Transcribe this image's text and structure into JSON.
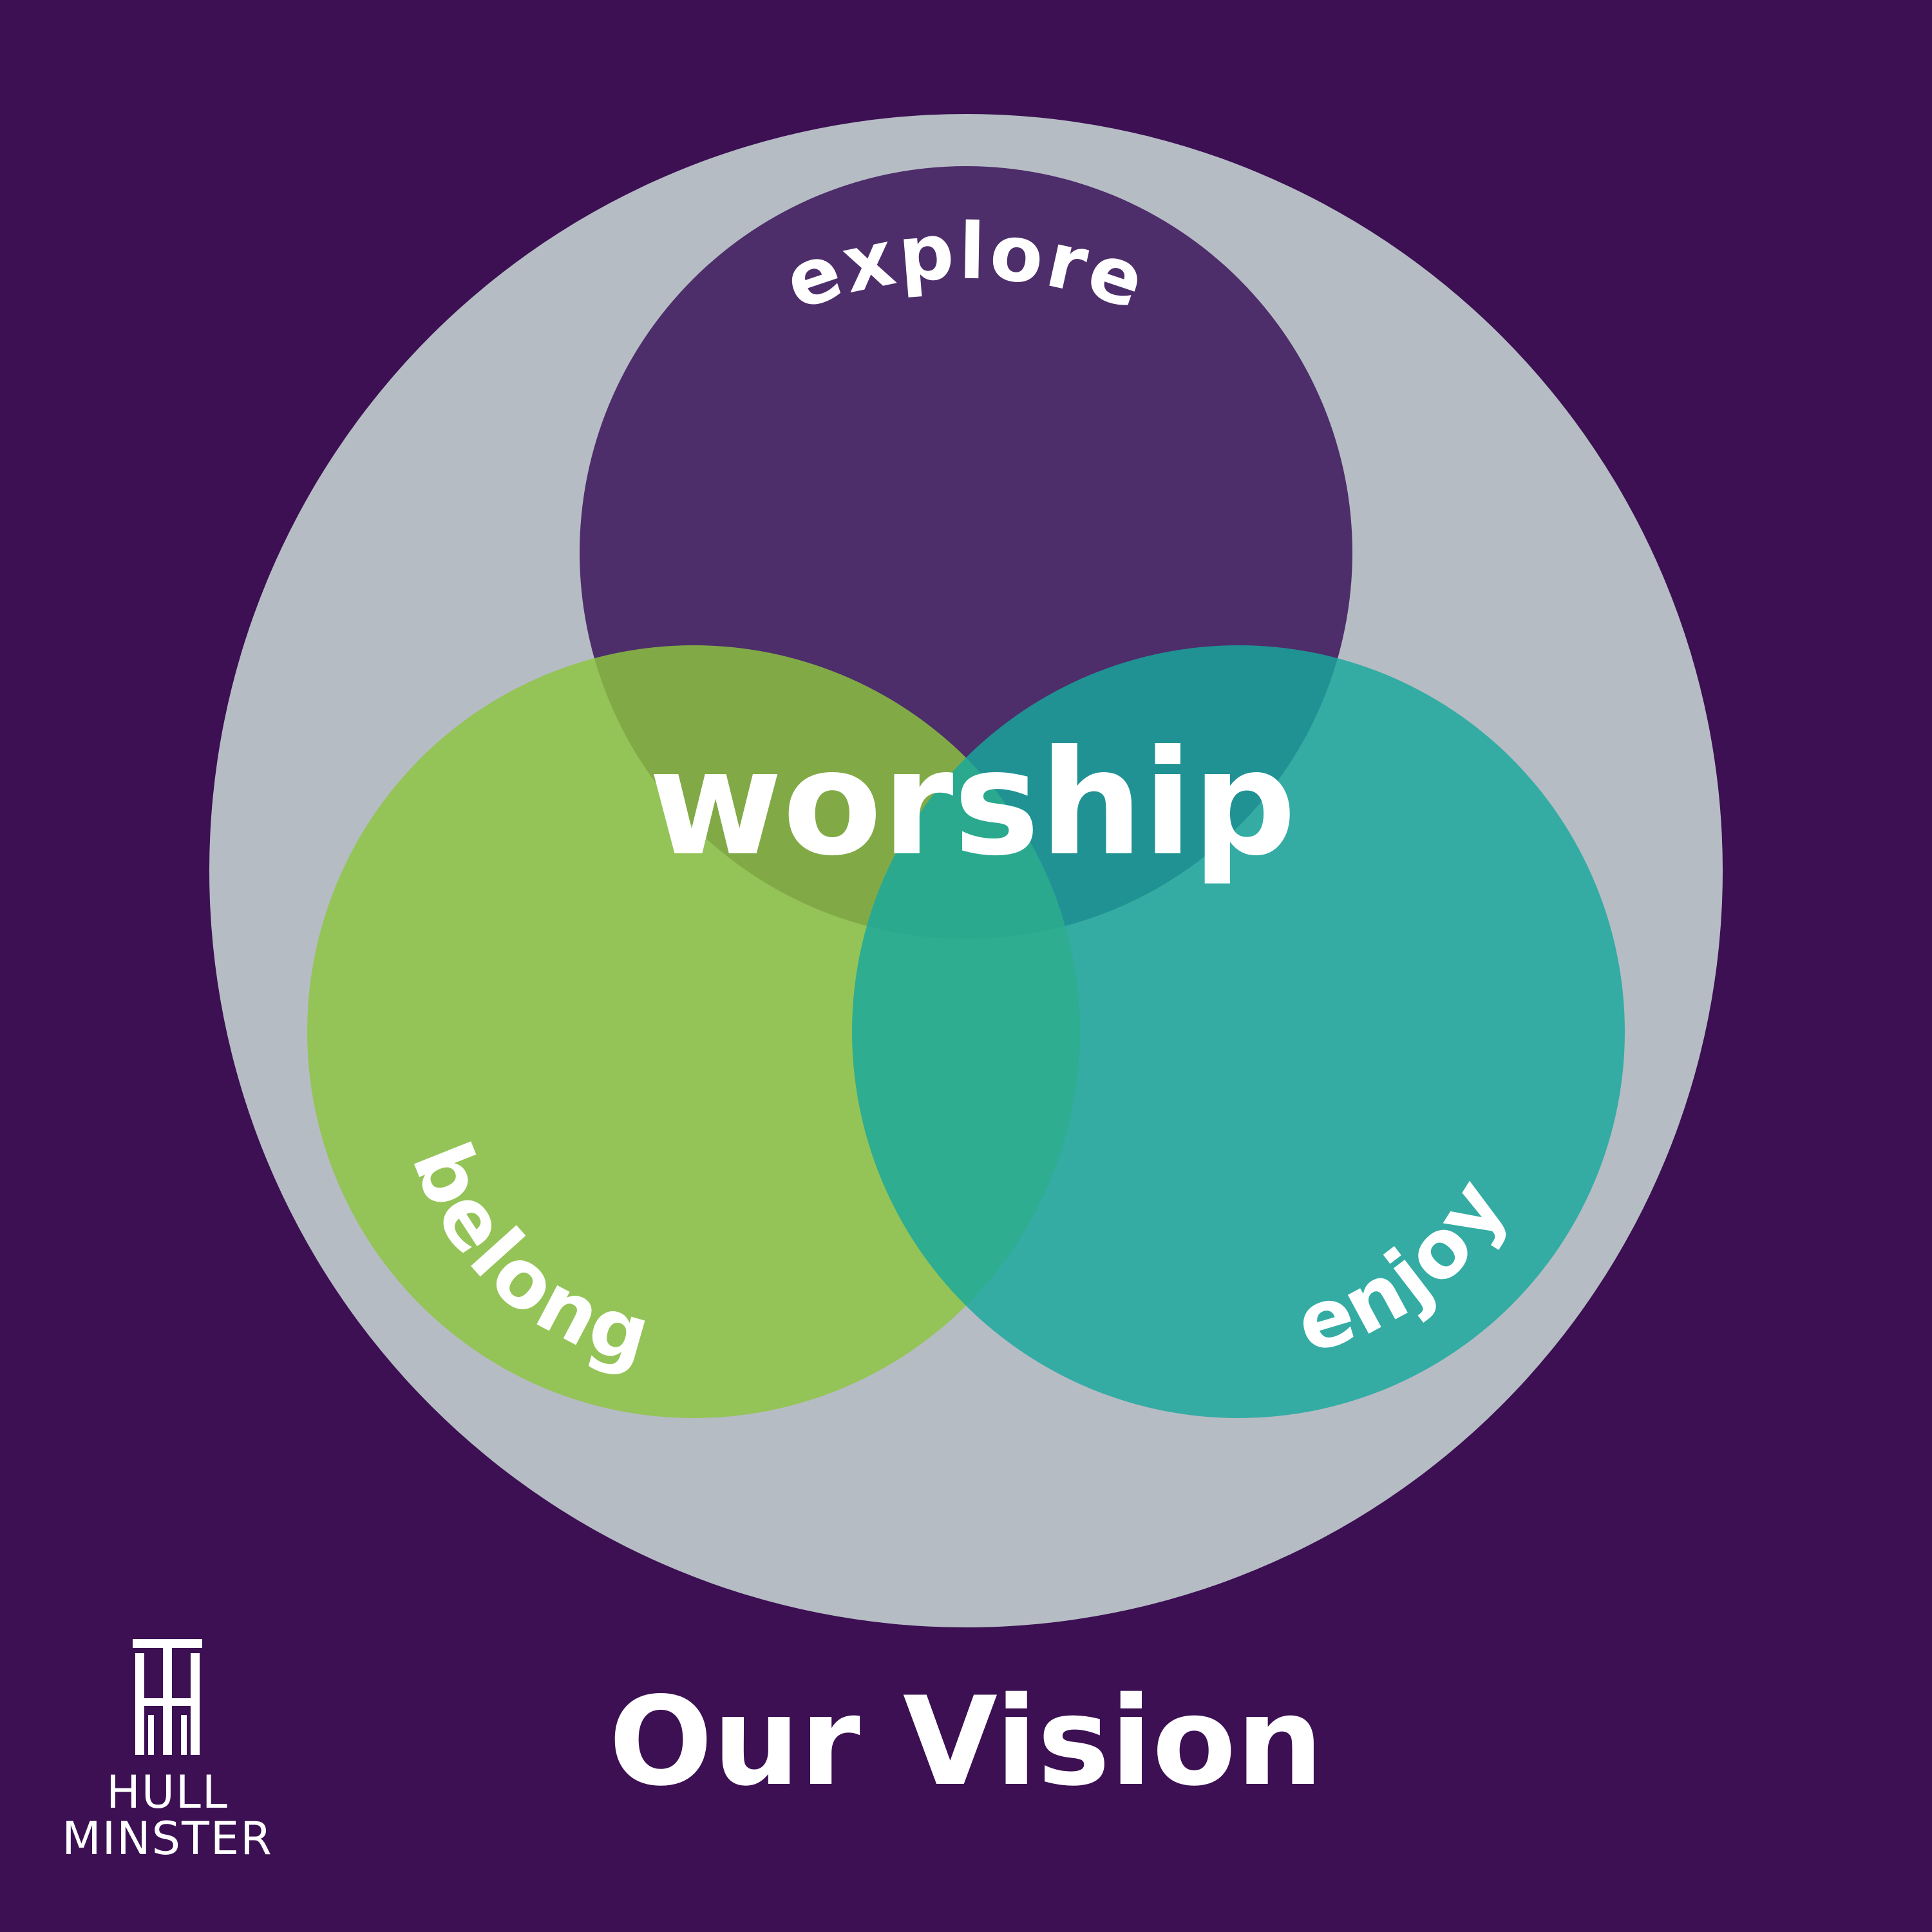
{
  "colors": {
    "background": "#3c1053",
    "outer_circle": "#b6bcc4",
    "explore_circle": "#3b145a",
    "belong_circle": "#8cc63f",
    "enjoy_circle": "#17a89e",
    "text": "#ffffff"
  },
  "diagram": {
    "center_label": "worship",
    "circles": [
      {
        "id": "explore",
        "label": "explore"
      },
      {
        "id": "belong",
        "label": "belong"
      },
      {
        "id": "enjoy",
        "label": "enjoy"
      }
    ]
  },
  "title": "Our Vision",
  "logo": {
    "icon": "hull-minster-logo-icon",
    "line1": "HULL",
    "line2": "MINSTER"
  }
}
